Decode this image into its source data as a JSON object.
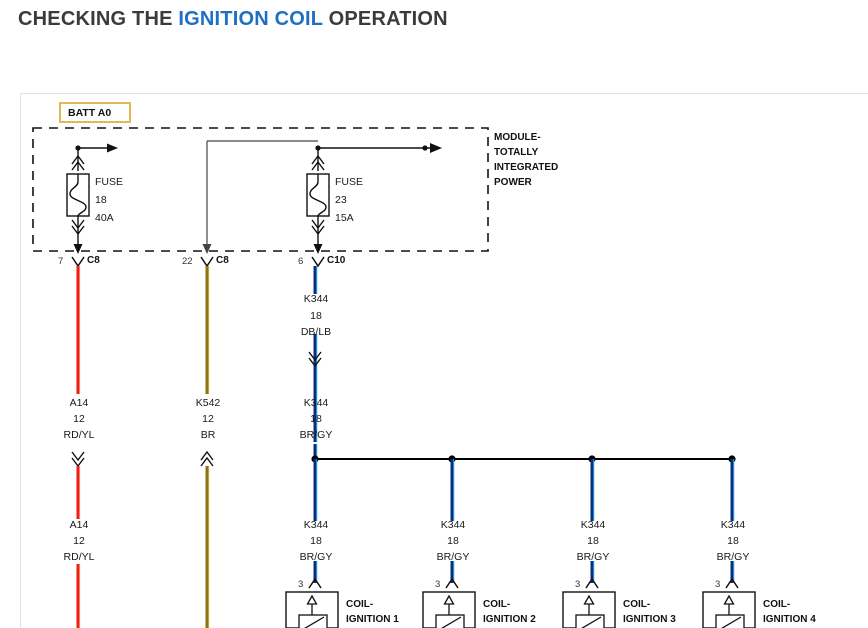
{
  "page": {
    "title_prefix": "CHECKING THE ",
    "title_accent": "IGNITION COIL",
    "title_suffix": " OPERATION",
    "title_full": "CHECKING THE IGNITION COIL OPERATION"
  },
  "colors": {
    "accent_blue": "#1f6fc4",
    "wire_red": "#ee1c1c",
    "wire_red_light": "#ff8a5a",
    "wire_olive": "#8a7312",
    "wire_olive_light": "#c4a832",
    "wire_blue_dark": "#0b2f75",
    "wire_blue_light": "#1e8ae0",
    "line_black": "#000000",
    "batt_border": "#e0bb55",
    "title_text": "#3b3b3b"
  },
  "diagram": {
    "battery_node": {
      "label": "BATT A0"
    },
    "module": {
      "label_lines": [
        "MODULE-",
        "TOTALLY",
        "INTEGRATED",
        "POWER"
      ]
    },
    "fuses": [
      {
        "name": "FUSE",
        "number": "18",
        "rating": "40A"
      },
      {
        "name": "FUSE",
        "number": "23",
        "rating": "15A"
      }
    ],
    "connectors": [
      {
        "pin": "7",
        "code": "C8"
      },
      {
        "pin": "22",
        "code": "C8"
      },
      {
        "pin": "6",
        "code": "C10"
      }
    ],
    "wires": [
      {
        "circuit": "K344",
        "gauge": "18",
        "color_code": "DB/LB"
      },
      {
        "circuit": "K344",
        "gauge": "18",
        "color_code": "BR/GY"
      },
      {
        "circuit": "A14",
        "gauge": "12",
        "color_code": "RD/YL"
      },
      {
        "circuit": "K542",
        "gauge": "12",
        "color_code": "BR"
      },
      {
        "circuit": "A14",
        "gauge": "12",
        "color_code": "RD/YL"
      }
    ],
    "coil_branches": [
      {
        "circuit": "K344",
        "gauge": "18",
        "color_code": "BR/GY",
        "pin": "3",
        "coil_line1": "COIL-",
        "coil_line2": "IGNITION 1"
      },
      {
        "circuit": "K344",
        "gauge": "18",
        "color_code": "BR/GY",
        "pin": "3",
        "coil_line1": "COIL-",
        "coil_line2": "IGNITION 2"
      },
      {
        "circuit": "K344",
        "gauge": "18",
        "color_code": "BR/GY",
        "pin": "3",
        "coil_line1": "COIL-",
        "coil_line2": "IGNITION 3"
      },
      {
        "circuit": "K344",
        "gauge": "18",
        "color_code": "BR/GY",
        "pin": "3",
        "coil_line1": "COIL-",
        "coil_line2": "IGNITION 4"
      }
    ]
  }
}
